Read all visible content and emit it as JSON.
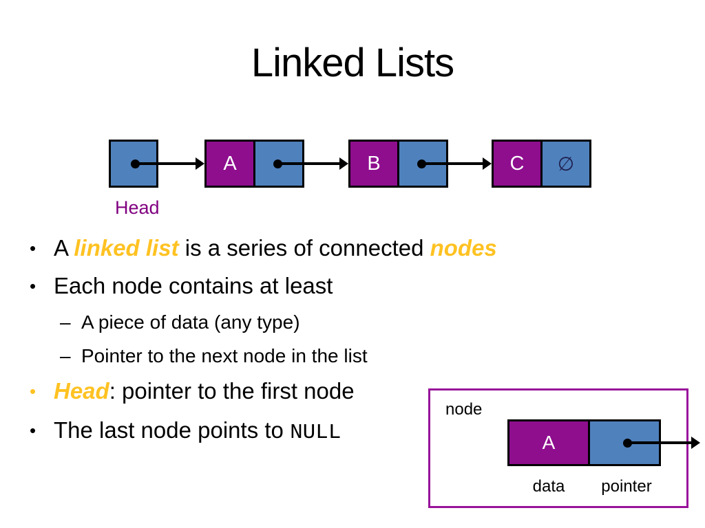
{
  "slide": {
    "title": "Linked Lists",
    "list_diagram": {
      "head_label": "Head",
      "nodes": [
        {
          "label": "A"
        },
        {
          "label": "B"
        },
        {
          "label": "C"
        }
      ],
      "null_symbol": "∅"
    },
    "bullets": [
      {
        "level": 1,
        "marker": "•",
        "segments": [
          {
            "text": "A ",
            "style": "normal"
          },
          {
            "text": "linked list",
            "style": "gold-italic"
          },
          {
            "text": " is a series of connected ",
            "style": "normal"
          },
          {
            "text": "nodes",
            "style": "gold-italic"
          }
        ]
      },
      {
        "level": 1,
        "marker": "•",
        "segments": [
          {
            "text": "Each node contains at least",
            "style": "normal"
          }
        ]
      },
      {
        "level": 2,
        "marker": "–",
        "segments": [
          {
            "text": "A piece of data (any type)",
            "style": "normal"
          }
        ]
      },
      {
        "level": 2,
        "marker": "–",
        "segments": [
          {
            "text": "Pointer to the next node in the list",
            "style": "normal"
          }
        ]
      },
      {
        "level": 1,
        "marker": "•",
        "marker_color": "gold",
        "segments": [
          {
            "text": "Head",
            "style": "gold-italic"
          },
          {
            "text": ": pointer to the first node",
            "style": "normal"
          }
        ]
      },
      {
        "level": 1,
        "marker": "•",
        "segments": [
          {
            "text": "The last node points to ",
            "style": "normal"
          },
          {
            "text": "NULL",
            "style": "monospace"
          }
        ]
      }
    ],
    "node_box": {
      "title": "node",
      "value": "A",
      "data_label": "data",
      "pointer_label": "pointer"
    },
    "colors": {
      "node_purple": "#8E0E8E",
      "node_blue": "#4F81BD",
      "highlight_gold": "#FFC222",
      "head_label_purple": "#800080",
      "box_border_purple": "#98129A",
      "null_symbol_navy": "#1F2150"
    }
  }
}
